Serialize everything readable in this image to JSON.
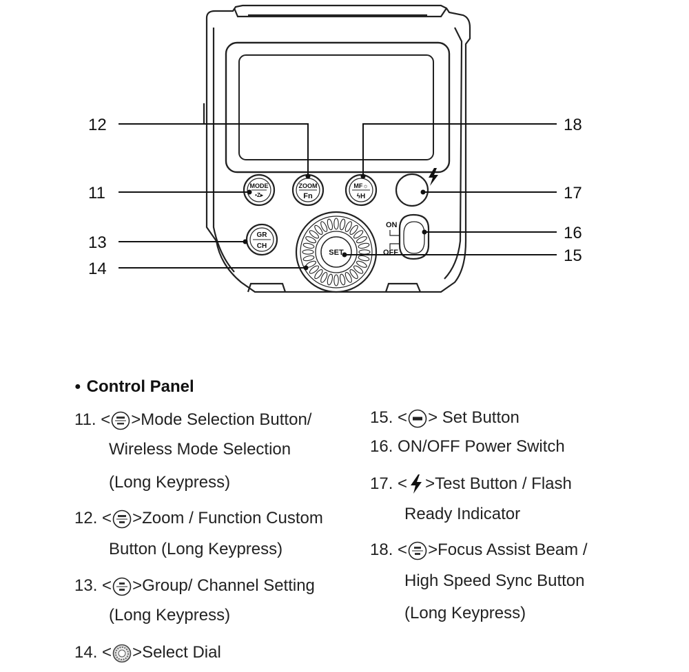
{
  "diagram": {
    "buttons": {
      "mode": {
        "top": "MODE",
        "bottom": "•Z▸"
      },
      "zoom": {
        "top": "ZOOM",
        "bottom": "Fn"
      },
      "mf": {
        "top": "MF☼",
        "bottom": "ϟH"
      },
      "gr": {
        "top": "GR",
        "bottom": "CH"
      },
      "set": "SET"
    },
    "switch": {
      "on": "ON",
      "off": "OFF"
    },
    "callouts": {
      "c11": "11",
      "c12": "12",
      "c13": "13",
      "c14": "14",
      "c15": "15",
      "c16": "16",
      "c17": "17",
      "c18": "18"
    }
  },
  "legend": {
    "bullet": "●",
    "title": "Control Panel",
    "items": [
      {
        "num": "11.",
        "lines": [
          ">Mode Selection Button/",
          "Wireless Mode Selection",
          "(Long Keypress)"
        ],
        "icon": "mode-button-icon"
      },
      {
        "num": "12.",
        "lines": [
          ">Zoom / Function Custom",
          "Button (Long Keypress)"
        ],
        "icon": "zoom-fn-button-icon"
      },
      {
        "num": "13.",
        "lines": [
          ">Group/ Channel Setting",
          "(Long Keypress)"
        ],
        "icon": "gr-ch-button-icon"
      },
      {
        "num": "14.",
        "lines": [
          ">Select Dial"
        ],
        "icon": "select-dial-icon"
      },
      {
        "num": "15.",
        "lines": [
          "> Set Button"
        ],
        "icon": "set-button-icon"
      },
      {
        "num": "16.",
        "lines": [
          "ON/OFF Power Switch"
        ]
      },
      {
        "num": "17.",
        "lines": [
          ">Test Button / Flash",
          "Ready Indicator"
        ],
        "icon": "flash-bolt-icon"
      },
      {
        "num": "18.",
        "lines": [
          ">Focus Assist Beam /",
          "High Speed Sync Button",
          "(Long Keypress)"
        ],
        "icon": "mf-h-button-icon"
      }
    ],
    "open_bracket": "<"
  }
}
